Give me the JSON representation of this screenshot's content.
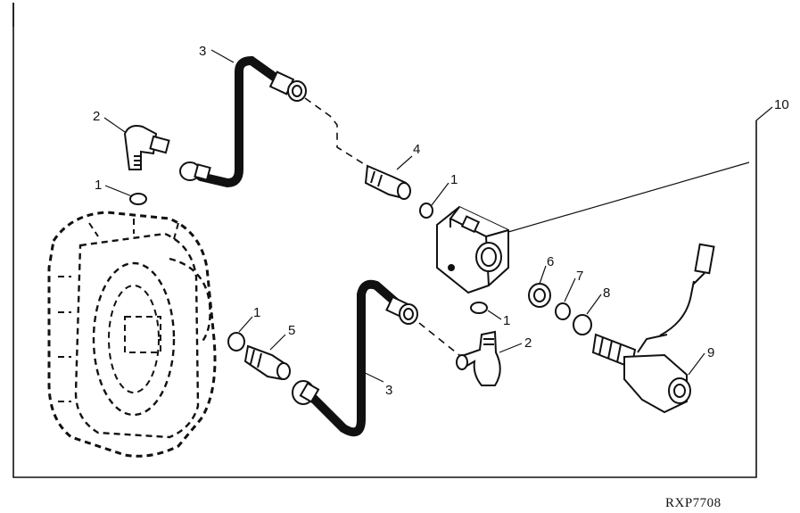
{
  "callouts": {
    "c1a": "1",
    "c1b": "1",
    "c1c": "1",
    "c1d": "1",
    "c2a": "2",
    "c2b": "2",
    "c3a": "3",
    "c3b": "3",
    "c4": "4",
    "c5": "5",
    "c6": "6",
    "c7": "7",
    "c8": "8",
    "c9": "9",
    "c10": "10"
  },
  "figure_ref": "RXP7708"
}
